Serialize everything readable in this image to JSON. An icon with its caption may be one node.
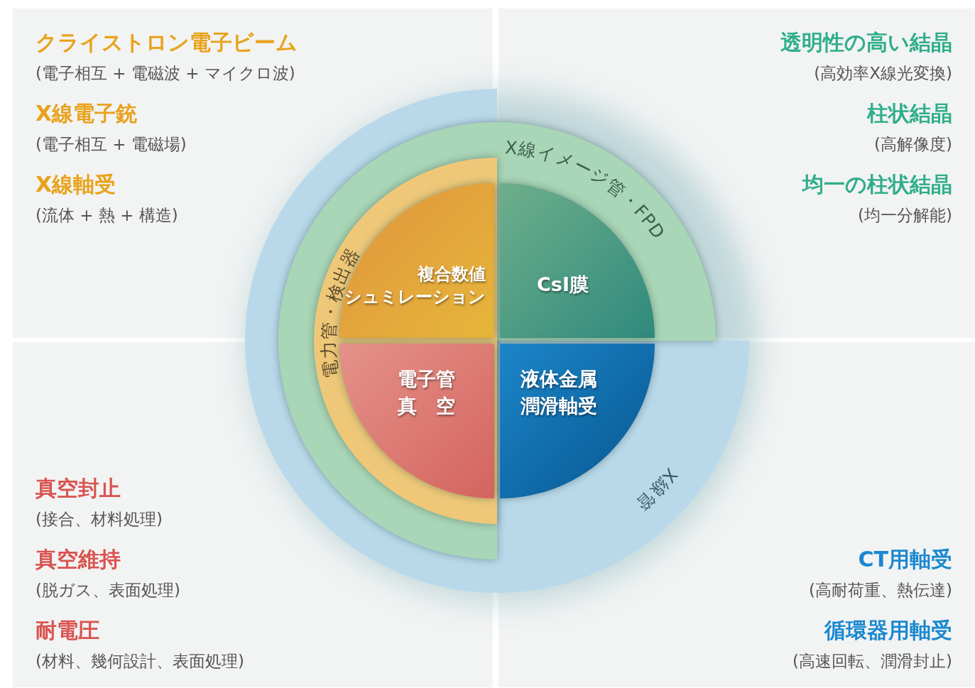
{
  "diagram": {
    "nodes": [
      {
        "text": [
          "X線管"
        ]
      },
      {
        "text": [
          "X線イメージ管・FPD"
        ],
        "in": 0
      },
      {
        "text": [
          "電力管・検出器"
        ],
        "in": 1
      },
      {
        "text": [
          "複合数値シュミレーション"
        ],
        "in": 2
      },
      {
        "text": [
          "CsI膜"
        ],
        "in": 1
      },
      {
        "text": [
          "電子管真　空"
        ],
        "in": 2
      },
      {
        "text": [
          "液体金属潤滑軸受"
        ],
        "in": 0
      }
    ],
    "edges": [],
    "labels": [
      "クライストロン電子ビーム",
      "(電子相互 + 電磁波 + マイクロ波)",
      "X線電子銃",
      "(電子相互 + 電磁場)",
      "X線軸受",
      "(流体 + 熱 + 構造)",
      "透明性の高い結晶",
      "(高効率X線光変換)",
      "柱状結晶",
      "(高解像度)",
      "均一の柱状結晶",
      "(均一分解能)",
      "真空封止",
      "(接合、材料処理)",
      "真空維持",
      "(脱ガス、表面処理)",
      "耐電圧",
      "(材料、幾何設計、表面処理)",
      "CT用軸受",
      "(高耐荷重、熱伝達)",
      "循環器用軸受",
      "(高速回転、潤滑封止)"
    ]
  }
}
